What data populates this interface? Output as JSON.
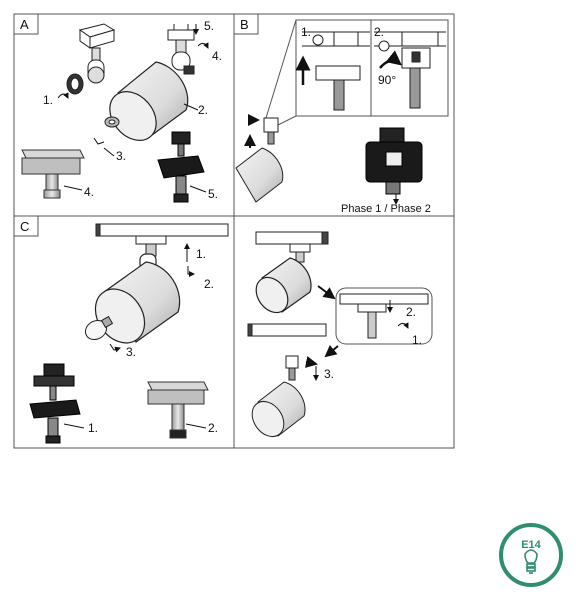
{
  "panels": {
    "a": {
      "letter": "A",
      "steps": [
        "1.",
        "2.",
        "3.",
        "4.",
        "5.",
        "4.",
        "5."
      ]
    },
    "b": {
      "letter": "B",
      "steps": [
        "1.",
        "2."
      ],
      "angle": "90°",
      "caption": "Phase 1 / Phase 2"
    },
    "c": {
      "letter": "C",
      "steps": [
        "1.",
        "2.",
        "3.",
        "1.",
        "2."
      ]
    },
    "d": {
      "steps": [
        "2.",
        "1.",
        "3."
      ]
    }
  },
  "badge": {
    "text": "E14",
    "color": "#2f8f6d"
  },
  "colors": {
    "line": "#222222",
    "frame": "#555555",
    "metal": "#c8c8c8",
    "dark": "#1a1a1a"
  }
}
